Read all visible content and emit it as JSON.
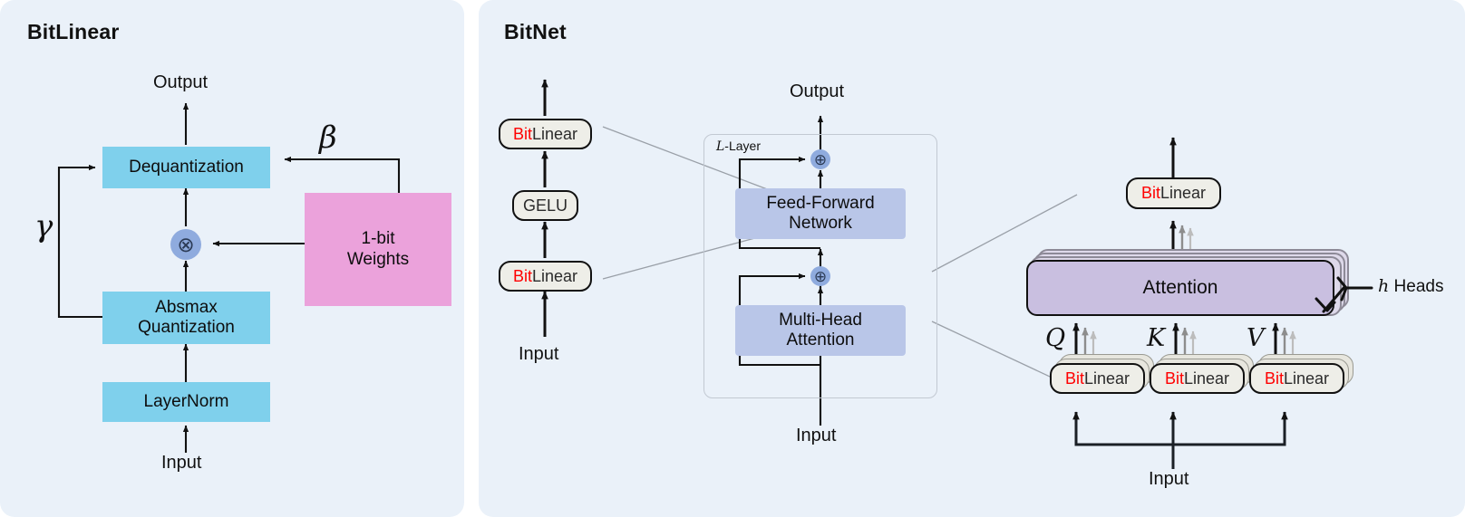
{
  "panels": {
    "left": {
      "title": "BitLinear"
    },
    "right": {
      "title": "BitNet"
    }
  },
  "bitlinear_diagram": {
    "output_label": "Output",
    "input_label": "Input",
    "dequantization": "Dequantization",
    "absmax": "Absmax\nQuantization",
    "absmax_line1": "Absmax",
    "absmax_line2": "Quantization",
    "layernorm": "LayerNorm",
    "weights_line1": "1-bit",
    "weights_line2": "Weights",
    "beta_symbol": "β",
    "gamma_symbol": "γ",
    "multiply_symbol": "⊗",
    "colors": {
      "panel_bg": "#eaf1f9",
      "blue_box": "#7fd0ec",
      "pink_box": "#eba2db",
      "multiply_node": "#8fabde"
    }
  },
  "bitnet_stack": {
    "input_label": "Input",
    "items": [
      {
        "name": "bitlinear-lower",
        "prefix": "Bit",
        "suffix": "Linear"
      },
      {
        "name": "gelu",
        "prefix": "",
        "suffix": "GELU"
      },
      {
        "name": "bitlinear-upper",
        "prefix": "Bit",
        "suffix": "Linear"
      }
    ]
  },
  "bitnet_block": {
    "output_label": "Output",
    "input_label": "Input",
    "layer_label_italic": "L",
    "layer_label_rest": "-Layer",
    "feed_forward_line1": "Feed-Forward",
    "feed_forward_line2": "Network",
    "multi_head_line1": "Multi-Head",
    "multi_head_line2": "Attention",
    "add_symbol": "⊕",
    "colors": {
      "periwinkle_box": "#b9c6e8",
      "add_node": "#8fabde",
      "frame_border": "#c2c9d2"
    }
  },
  "attention_detail": {
    "input_label": "Input",
    "attention_label": "Attention",
    "heads_italic": "h",
    "heads_rest": " Heads",
    "top_projection": {
      "prefix": "Bit",
      "suffix": "Linear"
    },
    "qkv": [
      {
        "symbol": "Q",
        "prefix": "Bit",
        "suffix": "Linear"
      },
      {
        "symbol": "K",
        "prefix": "Bit",
        "suffix": "Linear"
      },
      {
        "symbol": "V",
        "prefix": "Bit",
        "suffix": "Linear"
      }
    ],
    "colors": {
      "attention_box": "#c9bfe0",
      "stack_layer": "#ded9ea",
      "bit_red": "#ff0000"
    }
  }
}
